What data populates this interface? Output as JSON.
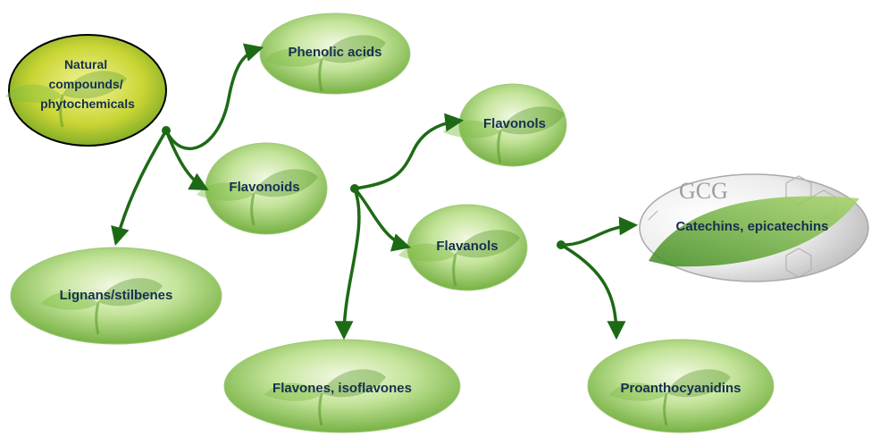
{
  "nodes": {
    "natural": {
      "label_lines": [
        "Natural",
        "compounds/",
        "phytochemicals"
      ]
    },
    "phenolic": {
      "label": "Phenolic acids"
    },
    "flavonoids": {
      "label": "Flavonoids"
    },
    "flavonols": {
      "label": "Flavonols"
    },
    "flavanols": {
      "label": "Flavanols"
    },
    "lignans": {
      "label": "Lignans/stilbenes"
    },
    "flavones": {
      "label": "Flavones, isoflavones"
    },
    "catechins": {
      "label": "Catechins, epicatechins",
      "backdrop_text": "GCG"
    },
    "proanthocyanidins": {
      "label": "Proanthocyanidins"
    }
  },
  "edges": [
    {
      "from": "natural",
      "to": "phenolic"
    },
    {
      "from": "natural",
      "to": "flavonoids"
    },
    {
      "from": "natural",
      "to": "lignans"
    },
    {
      "from": "flavonoids",
      "to": "flavonols"
    },
    {
      "from": "flavonoids",
      "to": "flavanols"
    },
    {
      "from": "flavonoids",
      "to": "flavones"
    },
    {
      "from": "flavanols",
      "to": "catechins"
    },
    {
      "from": "flavanols",
      "to": "proanthocyanidins"
    }
  ],
  "colors": {
    "arrow": "#1d6a16",
    "label_text": "#16304f",
    "leaf_light": "#d9edb4",
    "leaf_dark": "#6fae3a",
    "root_fill": "#d7de37"
  }
}
